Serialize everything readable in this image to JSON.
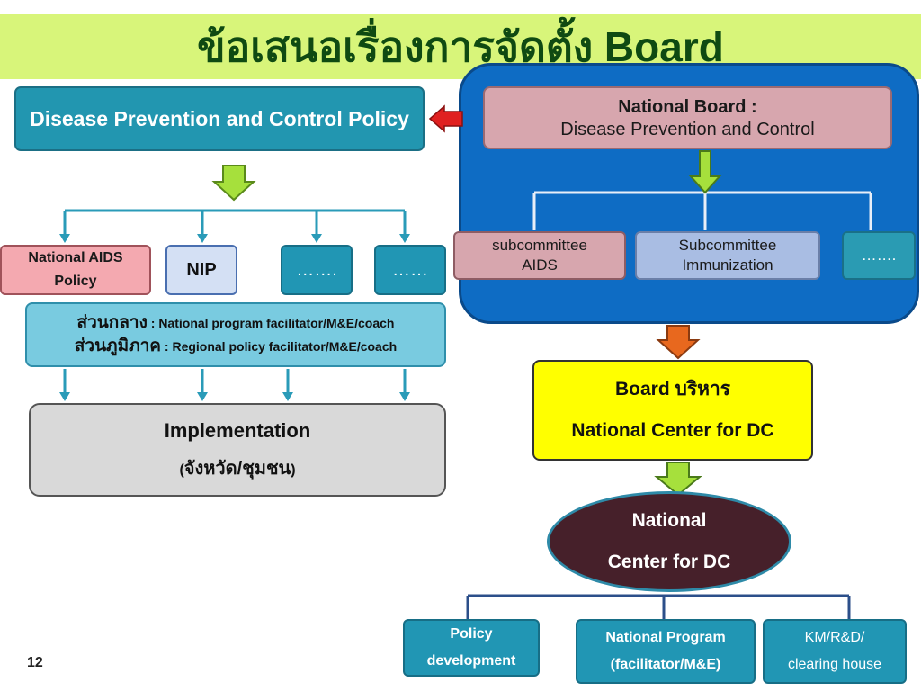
{
  "title": "ข้อเสนอเรื่องการจัดตั้ง Board",
  "policy_box": "Disease Prevention and Control Policy",
  "national_board": {
    "line1": "National Board :",
    "line2": "Disease Prevention and Control"
  },
  "subcommittees": [
    {
      "line1": "subcommittee",
      "line2": "AIDS"
    },
    {
      "line1": "Subcommittee",
      "line2": "Immunization"
    },
    {
      "line1": "……."
    }
  ],
  "programs": [
    {
      "line1": "National AIDS",
      "line2": "Policy"
    },
    {
      "line1": "NIP"
    },
    {
      "line1": "……."
    },
    {
      "line1": "……"
    }
  ],
  "facilitator": {
    "central_th": "ส่วนกลาง",
    "central_en": " : National program facilitator/M&E/coach",
    "regional_th": "ส่วนภูมิภาค",
    "regional_en": " : Regional policy facilitator/M&E/coach"
  },
  "implementation": {
    "line1": "Implementation",
    "line2_open": "(",
    "line2_th": "จังหวัด/ชุมชน",
    "line2_close": ")"
  },
  "executive_board": {
    "line1": "Board บริหาร",
    "line2": "National Center for DC"
  },
  "national_center": {
    "line1": "National",
    "line2": "Center for DC"
  },
  "units": [
    {
      "line1": "Policy",
      "line2": "development"
    },
    {
      "line1": "National Program",
      "line2": "(facilitator/M&E)"
    },
    {
      "line1": "KM/R&D/",
      "line2": "clearing house"
    }
  ],
  "page_number": "12",
  "colors": {
    "title_band": "#d8f57a",
    "title_text": "#0f4a12",
    "teal": "#2196b4",
    "board_panel": "#0e6cc4",
    "pink": "#d7a6ae",
    "yellow": "#ffff00",
    "ellipse": "#46202a",
    "arrow_green": "#a6e03c",
    "arrow_orange": "#e8681e",
    "arrow_red": "#e02020"
  }
}
